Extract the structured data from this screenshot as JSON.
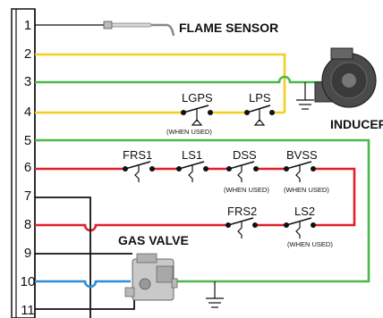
{
  "terminal_block": {
    "pins": [
      "1",
      "2",
      "3",
      "4",
      "5",
      "6",
      "7",
      "8",
      "9",
      "10",
      "11"
    ]
  },
  "components": {
    "flame_sensor": "FLAME SENSOR",
    "inducer": "INDUCER",
    "gas_valve": "GAS VALVE"
  },
  "switches": {
    "lgps": "LGPS",
    "lps": "LPS",
    "frs1": "FRS1",
    "ls1": "LS1",
    "dss": "DSS",
    "bvss": "BVSS",
    "frs2": "FRS2",
    "ls2": "LS2"
  },
  "notes": {
    "when_used": "(WHEN USED)"
  },
  "colors": {
    "yellow": "#f2cf1f",
    "green": "#4cb84a",
    "red": "#e0202a",
    "blue": "#2c8fd6",
    "black": "#111111"
  }
}
